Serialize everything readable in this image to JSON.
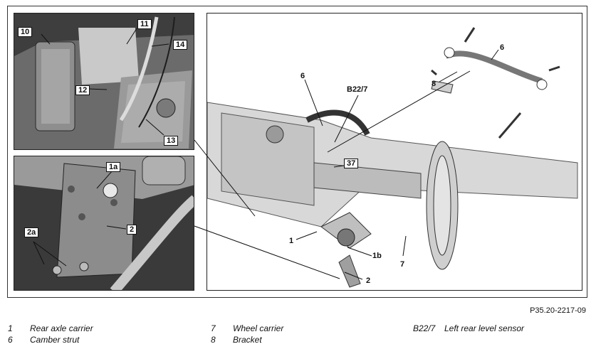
{
  "callouts": {
    "c10": "10",
    "c11": "11",
    "c14": "14",
    "c12": "12",
    "c13": "13",
    "c1a": "1a",
    "c2": "2",
    "c2a": "2a",
    "m6a": "6",
    "mB22": "B22/7",
    "m37": "37",
    "m1": "1",
    "m1b": "1b",
    "m7": "7",
    "m2": "2",
    "m6b": "6",
    "m8": "8"
  },
  "figure_ref": "P35.20-2217-09",
  "legend": [
    {
      "num": "1",
      "text": "Rear axle carrier"
    },
    {
      "num": "6",
      "text": "Camber strut"
    },
    {
      "num": "7",
      "text": "Wheel carrier"
    },
    {
      "num": "8",
      "text": "Bracket"
    },
    {
      "num": "B22/7",
      "text": "Left rear level sensor"
    }
  ]
}
